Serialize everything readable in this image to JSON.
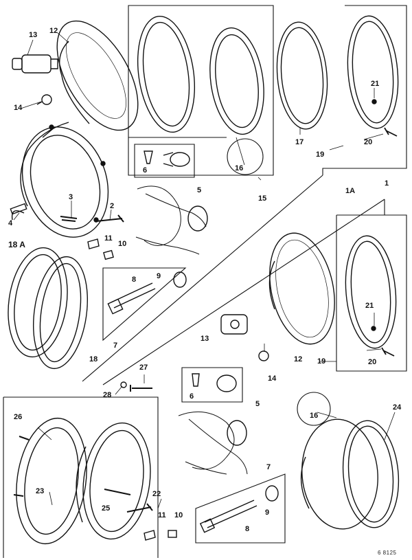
{
  "diagram": {
    "drawing_number": "6 8125",
    "callouts": {
      "c1": "1",
      "c1a": "1A",
      "c2": "2",
      "c3": "3",
      "c4": "4",
      "c5": "5",
      "c5b": "5",
      "c6": "6",
      "c6b": "6",
      "c7": "7",
      "c7b": "7",
      "c8": "8",
      "c8b": "8",
      "c9": "9",
      "c9b": "9",
      "c10": "10",
      "c10b": "10",
      "c11": "11",
      "c11b": "11",
      "c12": "12",
      "c12b": "12",
      "c13": "13",
      "c13b": "13",
      "c14": "14",
      "c14b": "14",
      "c15": "15",
      "c16": "16",
      "c16b": "16",
      "c17": "17",
      "c18": "18",
      "c18a": "18 A",
      "c19": "19",
      "c19b": "19",
      "c20": "20",
      "c20b": "20",
      "c21": "21",
      "c21b": "21",
      "c22": "22",
      "c23": "23",
      "c24": "24",
      "c25": "25",
      "c26": "26",
      "c27": "27",
      "c28": "28"
    }
  }
}
